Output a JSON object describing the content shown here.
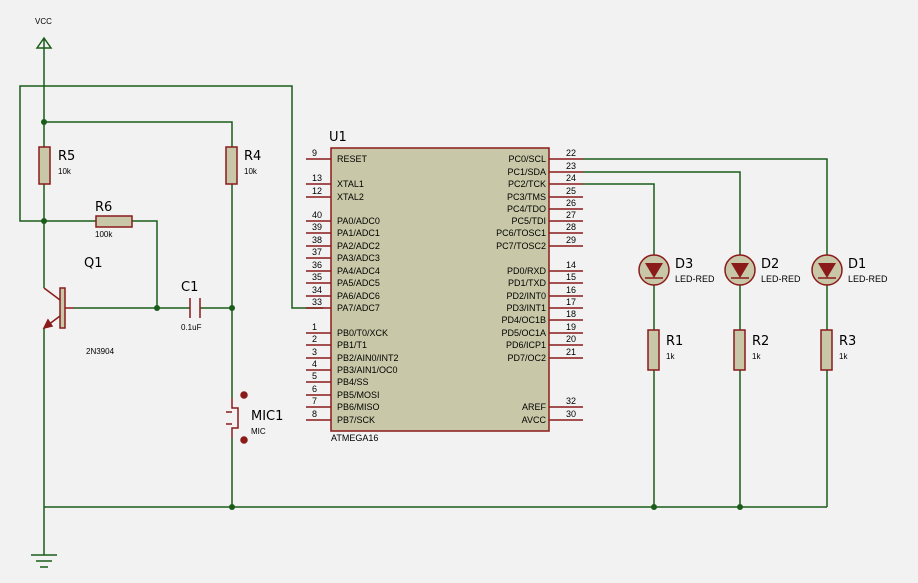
{
  "colors": {
    "wire": "#1a5c1a",
    "comp": "#8b1a1a",
    "fill": "#c8c8a8",
    "background": "#f2f2f2",
    "junction": "#1a5c1a"
  },
  "vcc": {
    "label": "VCC"
  },
  "ic": {
    "ref": "U1",
    "part": "ATMEGA16",
    "left_pins": [
      {
        "num": "9",
        "name": "RESET"
      },
      {
        "num": "13",
        "name": "XTAL1"
      },
      {
        "num": "12",
        "name": "XTAL2"
      },
      {
        "num": "40",
        "name": "PA0/ADC0"
      },
      {
        "num": "39",
        "name": "PA1/ADC1"
      },
      {
        "num": "38",
        "name": "PA2/ADC2"
      },
      {
        "num": "37",
        "name": "PA3/ADC3"
      },
      {
        "num": "36",
        "name": "PA4/ADC4"
      },
      {
        "num": "35",
        "name": "PA5/ADC5"
      },
      {
        "num": "34",
        "name": "PA6/ADC6"
      },
      {
        "num": "33",
        "name": "PA7/ADC7"
      },
      {
        "num": "1",
        "name": "PB0/T0/XCK"
      },
      {
        "num": "2",
        "name": "PB1/T1"
      },
      {
        "num": "3",
        "name": "PB2/AIN0/INT2"
      },
      {
        "num": "4",
        "name": "PB3/AIN1/OC0"
      },
      {
        "num": "5",
        "name": "PB4/SS"
      },
      {
        "num": "6",
        "name": "PB5/MOSI"
      },
      {
        "num": "7",
        "name": "PB6/MISO"
      },
      {
        "num": "8",
        "name": "PB7/SCK"
      }
    ],
    "right_pins": [
      {
        "num": "22",
        "name": "PC0/SCL"
      },
      {
        "num": "23",
        "name": "PC1/SDA"
      },
      {
        "num": "24",
        "name": "PC2/TCK"
      },
      {
        "num": "25",
        "name": "PC3/TMS"
      },
      {
        "num": "26",
        "name": "PC4/TDO"
      },
      {
        "num": "27",
        "name": "PC5/TDI"
      },
      {
        "num": "28",
        "name": "PC6/TOSC1"
      },
      {
        "num": "29",
        "name": "PC7/TOSC2"
      },
      {
        "num": "14",
        "name": "PD0/RXD"
      },
      {
        "num": "15",
        "name": "PD1/TXD"
      },
      {
        "num": "16",
        "name": "PD2/INT0"
      },
      {
        "num": "17",
        "name": "PD3/INT1"
      },
      {
        "num": "18",
        "name": "PD4/OC1B"
      },
      {
        "num": "19",
        "name": "PD5/OC1A"
      },
      {
        "num": "20",
        "name": "PD6/ICP1"
      },
      {
        "num": "21",
        "name": "PD7/OC2"
      },
      {
        "num": "32",
        "name": "AREF"
      },
      {
        "num": "30",
        "name": "AVCC"
      }
    ]
  },
  "resistors": {
    "r5": {
      "ref": "R5",
      "value": "10k"
    },
    "r4": {
      "ref": "R4",
      "value": "10k"
    },
    "r6": {
      "ref": "R6",
      "value": "100k"
    },
    "r1": {
      "ref": "R1",
      "value": "1k"
    },
    "r2": {
      "ref": "R2",
      "value": "1k"
    },
    "r3": {
      "ref": "R3",
      "value": "1k"
    }
  },
  "transistor": {
    "ref": "Q1",
    "part": "2N3904"
  },
  "capacitor": {
    "ref": "C1",
    "value": "0.1uF"
  },
  "mic": {
    "ref": "MIC1",
    "part": "MIC"
  },
  "leds": {
    "d3": {
      "ref": "D3",
      "part": "LED-RED"
    },
    "d2": {
      "ref": "D2",
      "part": "LED-RED"
    },
    "d1": {
      "ref": "D1",
      "part": "LED-RED"
    }
  }
}
